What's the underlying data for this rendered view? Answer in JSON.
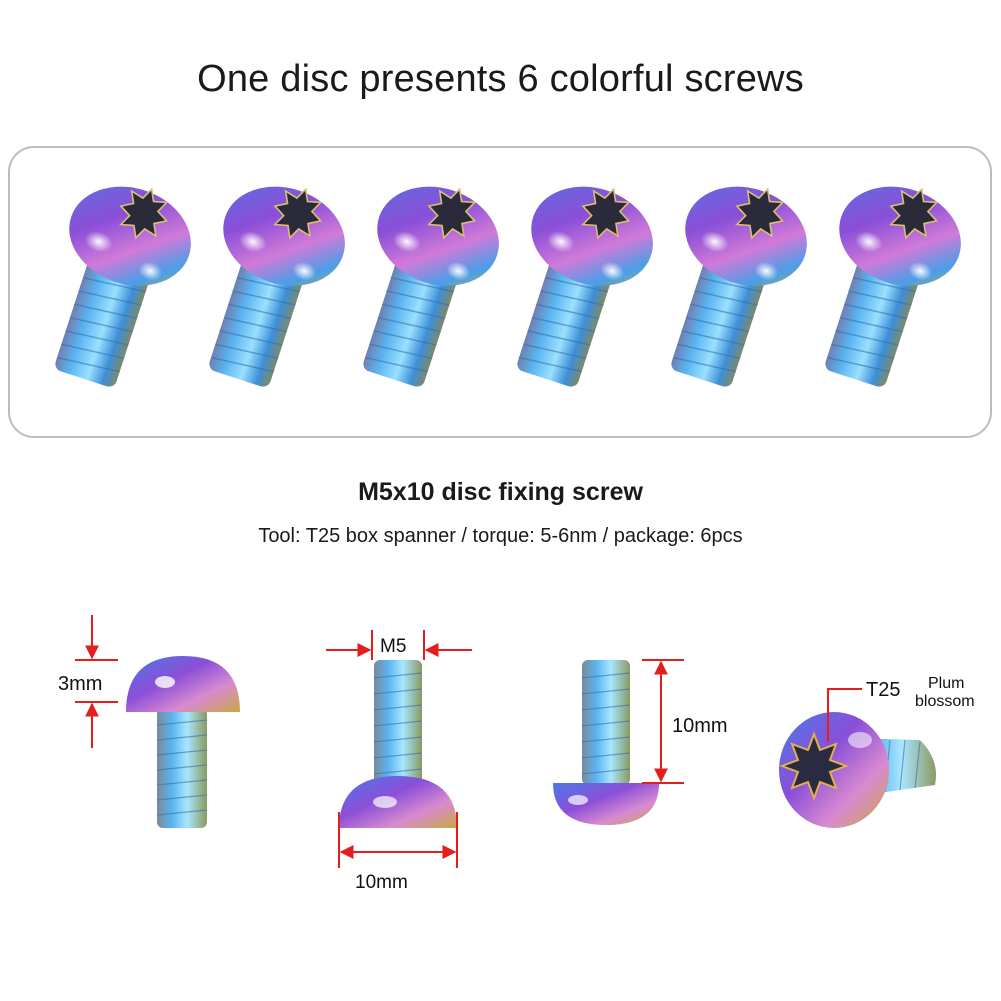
{
  "headline": "One disc presents 6 colorful screws",
  "screws_shown": 6,
  "spec": {
    "title": "M5x10 disc fixing screw",
    "details": "Tool: T25 box spanner / torque: 5-6nm / package: 6pcs"
  },
  "dimensions": {
    "head_height": "3mm",
    "thread_size": "M5",
    "head_diameter": "10mm",
    "length": "10mm",
    "drive": "T25",
    "drive_type_line1": "Plum",
    "drive_type_line2": "blossom"
  },
  "colors": {
    "thread_blue": "#5ab4f0",
    "head_purple": "#7a4fd0",
    "dimension_red": "#e41e1e"
  }
}
